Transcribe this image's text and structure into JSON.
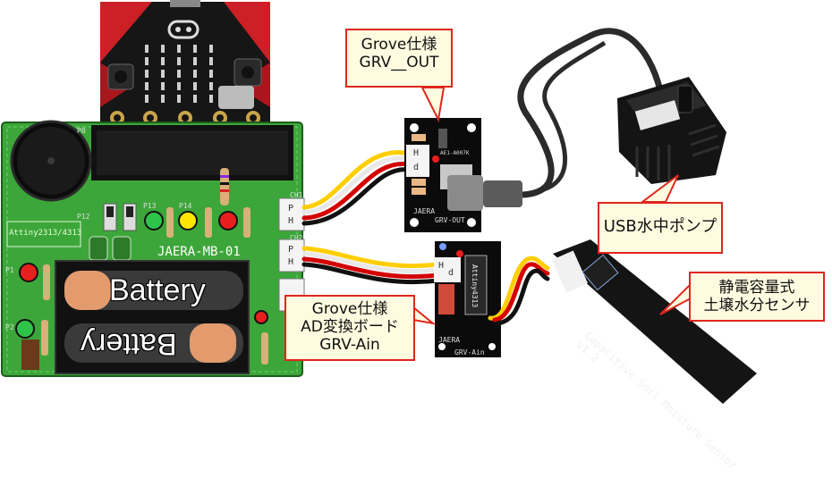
{
  "callouts": {
    "grv_out": [
      "Grove仕様",
      "GRV__OUT"
    ],
    "ad_board": [
      "Grove仕様",
      "AD変換ボード",
      "GRV-Ain"
    ],
    "pump": [
      "USB水中ポンプ"
    ],
    "sensor": [
      "静電容量式",
      "土壌水分センサ"
    ]
  },
  "main_board": {
    "name": "JAERA-MB-01",
    "chip": "Attiny2313/4313",
    "labels": [
      "P0",
      "P12",
      "P13",
      "P14",
      "P1",
      "P2",
      "CH1",
      "CH2"
    ]
  },
  "batteries": [
    "Battery",
    "Battery"
  ],
  "connectors": {
    "p": "P",
    "h": "H",
    "hd_h": "H",
    "hd_d": "d"
  },
  "grv_out_board": {
    "name": "GRV-OUT",
    "brand": "JAERA",
    "code": "AE1-A007K"
  },
  "ain_board": {
    "name": "GRV-Ain",
    "brand": "JAERA",
    "chip": "Attiny4313"
  },
  "sensor_probe": {
    "text": "Capacitive Soil Moisture Sensor v1.2"
  },
  "colors": {
    "callout_border": "#e0261b",
    "callout_fill": "#fffbe0",
    "pcb_green": "#3da63a",
    "microbit_red": "#cc1f26"
  }
}
